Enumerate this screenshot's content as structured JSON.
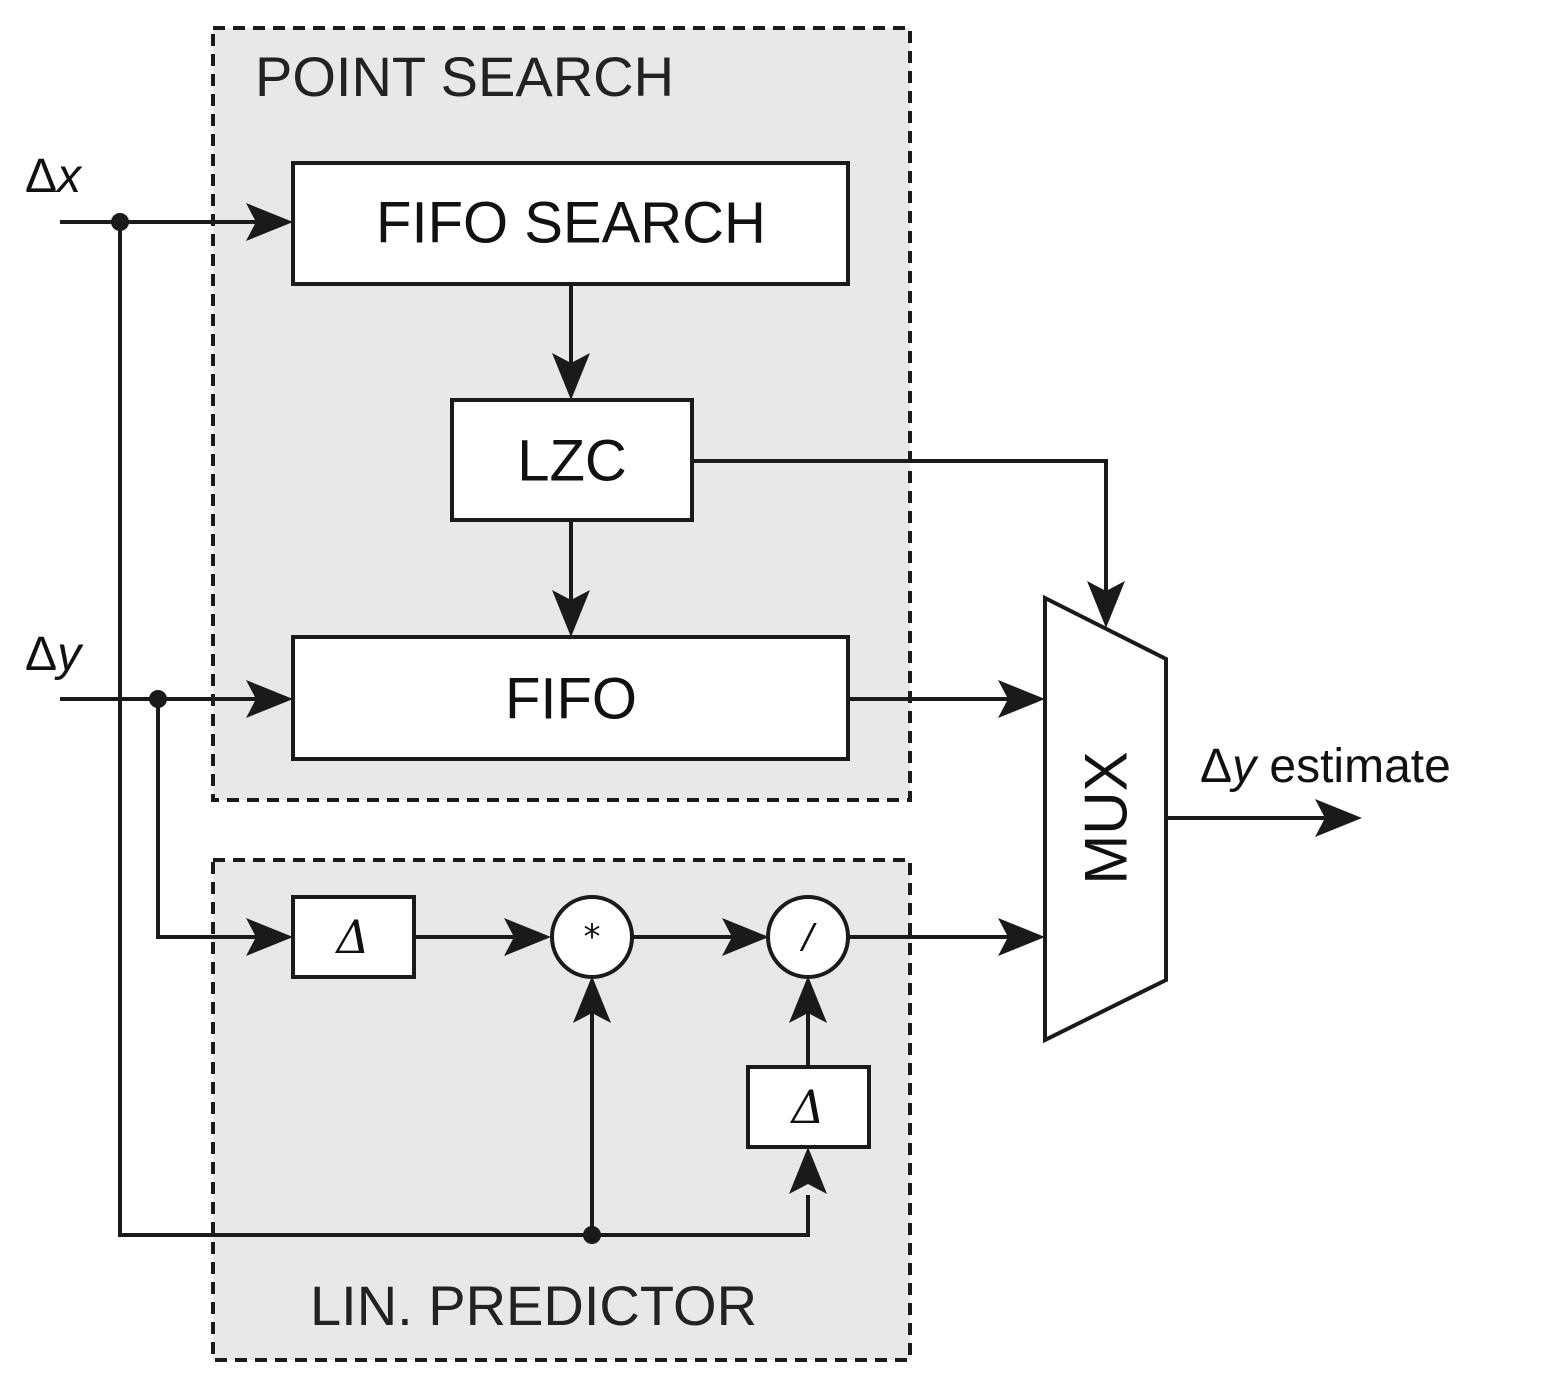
{
  "groups": {
    "point_search": "POINT SEARCH",
    "lin_predictor": "LIN. PREDICTOR"
  },
  "blocks": {
    "fifo_search": "FIFO SEARCH",
    "lzc": "LZC",
    "fifo": "FIFO",
    "delta_1": "Δ",
    "delta_2": "Δ",
    "multiply": "*",
    "divide": "/",
    "mux": "MUX"
  },
  "inputs": {
    "dx_symbol": "Δ",
    "dx_var": "x",
    "dy_symbol": "Δ",
    "dy_var": "y"
  },
  "output": {
    "symbol": "Δ",
    "var": "y",
    "label": " estimate"
  }
}
